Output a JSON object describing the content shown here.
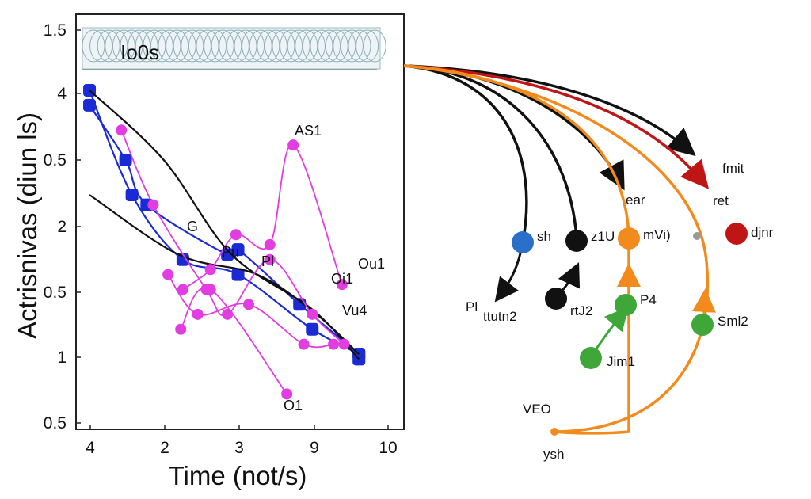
{
  "chart_data": {
    "type": "line",
    "title_box": "Io0s",
    "xlabel": "Time (not/s)",
    "ylabel": "Actrisnivas (diun ls)",
    "x_ticks": [
      "4",
      "2",
      "3",
      "9",
      "10"
    ],
    "y_ticks": [
      "1.5",
      "4",
      "0.5",
      "2",
      "0.5",
      "1",
      "0.5"
    ],
    "grid": false,
    "annotations": [
      "AS1",
      "Ou1",
      "O1",
      "Pu",
      "G",
      "Pl",
      "Oi1",
      "Vu4"
    ],
    "series": [
      {
        "color": "#1a2bd6",
        "points": [
          [
            0.3,
            6
          ],
          [
            2,
            4.9
          ],
          [
            3,
            4.0
          ],
          [
            6.8,
            3.0
          ],
          [
            7.3,
            3.1
          ],
          [
            10.2,
            2.0
          ],
          [
            13.0,
            1.0
          ]
        ]
      },
      {
        "color": "#1a2bd6",
        "points": [
          [
            0.3,
            6.3
          ],
          [
            2.3,
            4.2
          ],
          [
            4.7,
            2.9
          ],
          [
            7.3,
            2.6
          ],
          [
            10.8,
            1.5
          ],
          [
            13.0,
            1.0
          ],
          [
            13.0,
            0.9
          ]
        ]
      },
      {
        "color": "#111111",
        "points": [
          [
            0.3,
            6.3
          ],
          [
            3.8,
            4.9
          ],
          [
            7.0,
            3.0
          ],
          [
            10.8,
            1.9
          ],
          [
            13.0,
            0.9
          ]
        ]
      },
      {
        "color": "#111111",
        "points": [
          [
            0.3,
            4.2
          ],
          [
            4.5,
            3.0
          ],
          [
            8.2,
            2.6
          ],
          [
            11.0,
            1.8
          ],
          [
            13.0,
            1.0
          ]
        ]
      },
      {
        "color": "#e23de0",
        "points": [
          [
            1.8,
            5.5
          ],
          [
            3.3,
            4.0
          ],
          [
            5.8,
            2.3
          ],
          [
            6.8,
            1.8
          ],
          [
            8.8,
            2.9
          ],
          [
            10.8,
            1.8
          ],
          [
            12.3,
            1.2
          ]
        ]
      },
      {
        "color": "#e23de0",
        "points": [
          [
            4.7,
            2.3
          ],
          [
            6.0,
            2.7
          ],
          [
            7.2,
            3.4
          ],
          [
            8.8,
            3.2
          ],
          [
            9.9,
            5.2
          ],
          [
            12.2,
            2.4
          ]
        ]
      },
      {
        "color": "#e23de0",
        "points": [
          [
            4.0,
            2.6
          ],
          [
            5.4,
            1.8
          ],
          [
            7.8,
            2.0
          ],
          [
            10.4,
            1.2
          ],
          [
            11.8,
            1.2
          ]
        ]
      },
      {
        "color": "#e23de0",
        "points": [
          [
            4.6,
            1.5
          ],
          [
            6.0,
            2.3
          ],
          [
            9.6,
            0.2
          ]
        ]
      }
    ]
  },
  "diagram": {
    "nodes": [
      {
        "label": "sh",
        "color": "#2a6fc9"
      },
      {
        "label": "z1U",
        "color": "#111111"
      },
      {
        "label": "mVi)",
        "color": "#f28a1c"
      },
      {
        "label": "",
        "color": "#999999"
      },
      {
        "label": "djnr",
        "color": "#c01515"
      },
      {
        "label": "rtJ2",
        "color": "#111111"
      },
      {
        "label": "P4",
        "color": "#3fa63a"
      },
      {
        "label": "Jim1",
        "color": "#3fa63a"
      },
      {
        "label": "Sml2",
        "color": "#3fa63a"
      },
      {
        "label": "",
        "color": "#f28a1c"
      }
    ],
    "labels": [
      "fmit",
      "ret",
      "ear",
      "Pl",
      "ttutn2",
      "VEO",
      "ysh"
    ]
  }
}
